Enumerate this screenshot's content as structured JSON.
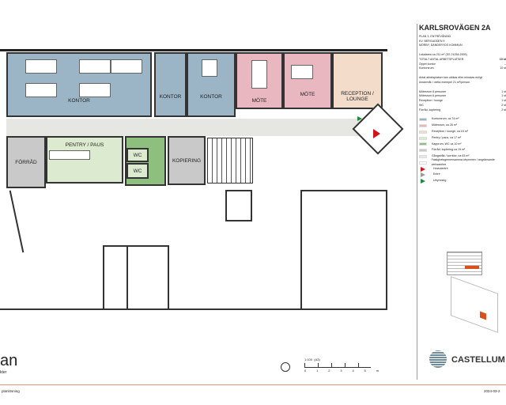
{
  "plan": {
    "rooms": {
      "kontor1": "KONTOR",
      "kontor2": "KONTOR",
      "kontor3": "KONTOR",
      "mote1": "MÖTE",
      "mote2": "MÖTE",
      "reception": "RECEPTION / LOUNGE",
      "forrad": "FÖRRÅD",
      "pentry": "PENTRY / PAUS",
      "wc1": "WC",
      "wc2": "WC",
      "kopiering": "KOPIERING"
    }
  },
  "panel": {
    "title": "KARLSROVÄGEN 2A",
    "sub1": "PLAN 3, ENTRÉVÅNING",
    "sub2": "KV. BERGUDDEN 9",
    "sub3": "MÖRBY, DANDERYDS KOMMUN",
    "area": "Lokalarea ca 211 m² (SS 21054:2009)",
    "stats": [
      {
        "label": "TOTALT ANTAL ARBETSPLATSER",
        "value": "10 st"
      },
      {
        "label": "Öppet kontor",
        "value": "–"
      },
      {
        "label": "Kontorsrum",
        "value": "10 st"
      }
    ],
    "note": "Antal arbetsplatser kan utökas eller minskas enligt önskemål. I detta exempel 21 m²/person.",
    "counts": [
      {
        "label": "Mötesrum 8 personer",
        "value": "1 st"
      },
      {
        "label": "Mötesrum 6 personer",
        "value": "1 st"
      },
      {
        "label": "Reception / lounge",
        "value": "1 st"
      },
      {
        "label": "WC",
        "value": "2 st"
      },
      {
        "label": "Förråd, kopiering",
        "value": "2 st"
      }
    ],
    "legend": [
      {
        "label": "Kontorsrum, ca 74 m²",
        "color": "#9bb5c6"
      },
      {
        "label": "Mötesrum, ca 26 m²",
        "color": "#e9b7bf"
      },
      {
        "label": "Reception / lounge, ca 15 m²",
        "color": "#f4dccb"
      },
      {
        "label": "Pentry / paus, ca 17 m²",
        "color": "#dcebd0"
      },
      {
        "label": "Kapprum, WC ca 10 m²",
        "color": "#8fbf7f"
      },
      {
        "label": "Förråd, kopiering ca 19 m²",
        "color": "#c9c9c9"
      },
      {
        "label": "Gångstråk / korridor, ca 63 m²",
        "color": "#e6e6e2"
      },
      {
        "label": "Fastighetsgemensamma utrymmen / angränsande verksamhet",
        "color": "#ffffff"
      }
    ],
    "markers": [
      {
        "label": "Huvudentré",
        "color": "#d0141c"
      },
      {
        "label": "Entré",
        "color": "#ffffff"
      },
      {
        "label": "Utrymning",
        "color": "#1d8a3a"
      }
    ],
    "brand": "CASTELLUM"
  },
  "scale": {
    "label": "1:100",
    "paper": "(A3)",
    "ticks": [
      "0",
      "1",
      "2",
      "3",
      "4",
      "5",
      "m"
    ]
  },
  "footer": {
    "left": "planlösning",
    "date": "2024-03-2",
    "logo_frag": "an",
    "logo_sub": "kter"
  }
}
